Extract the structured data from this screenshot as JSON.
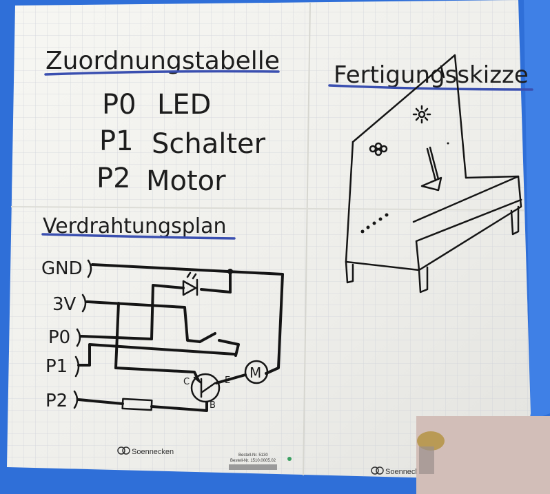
{
  "tables": {
    "assignment_title": "Zuordnungstabelle",
    "rows": [
      {
        "pin": "P0",
        "device": "LED"
      },
      {
        "pin": "P1",
        "device": "Schalter"
      },
      {
        "pin": "P2",
        "device": "Motor"
      }
    ]
  },
  "sketch": {
    "title": "Fertigungsskizze"
  },
  "wiring": {
    "title": "Verdrahtungsplan",
    "pins": [
      "GND",
      "3V",
      "P0",
      "P1",
      "P2"
    ],
    "labels": {
      "collector": "C",
      "emitter": "E",
      "base": "B",
      "motor": "M"
    }
  },
  "brand": {
    "left": "Soennecken",
    "right": "Soennecken",
    "small_print_1": "Bestell-Nr. 5130",
    "small_print_2": "Bestell-Nr. 1510.0005.02"
  },
  "colors": {
    "background": "#2f6fd8",
    "paper": "#f4f5f2",
    "grid": "#c9ccd6",
    "ink": "#151515",
    "underline": "#3a4fb0"
  }
}
